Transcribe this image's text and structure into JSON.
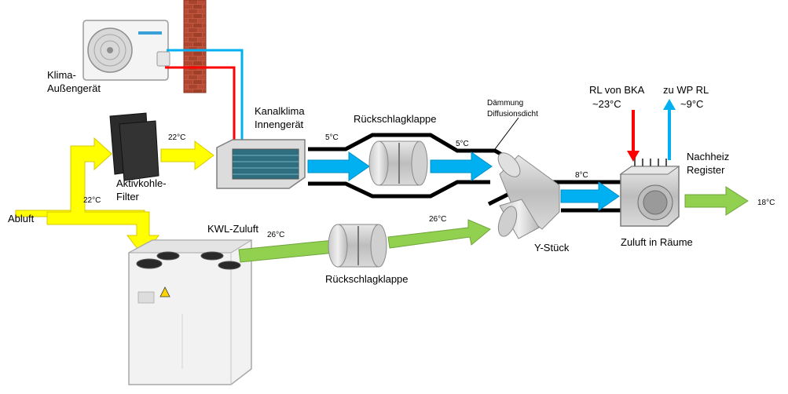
{
  "labels": {
    "outdoor_unit": [
      "Klima-",
      "Außengerät"
    ],
    "indoor_unit": [
      "Kanalklima",
      "Innengerät"
    ],
    "filter": [
      "Aktivkohle-",
      "Filter"
    ],
    "exhaust": "Abluft",
    "kwl_supply": "KWL-Zuluft",
    "check_valve_top": "Rückschlagklappe",
    "check_valve_bottom": "Rückschlagklappe",
    "insulation": [
      "Dämmung",
      "Diffusionsdicht"
    ],
    "y_piece": "Y-Stück",
    "return_from_bka": [
      "RL von BKA",
      "~23°C"
    ],
    "to_heatpump_return": [
      "zu WP RL",
      "~9°C"
    ],
    "reheat_register": [
      "Nachheiz",
      "Register"
    ],
    "supply_rooms": "Zuluft in Räume"
  },
  "temperatures": {
    "after_filter": "22°C",
    "exhaust_branch": "22°C",
    "indoor_out": "5°C",
    "after_valve_top": "5°C",
    "after_y_piece": "8°C",
    "kwl_out": "26°C",
    "kwl_before_y": "26°C",
    "final_supply": "18°C"
  },
  "colors": {
    "exhaust_arrow": "#ffff00",
    "cold_arrow": "#00b0f0",
    "warm_arrow": "#92d050",
    "hot_pipe": "#ff0000",
    "cold_pipe": "#00b0f0",
    "duct": "#000000",
    "brick": "#b5503c"
  }
}
